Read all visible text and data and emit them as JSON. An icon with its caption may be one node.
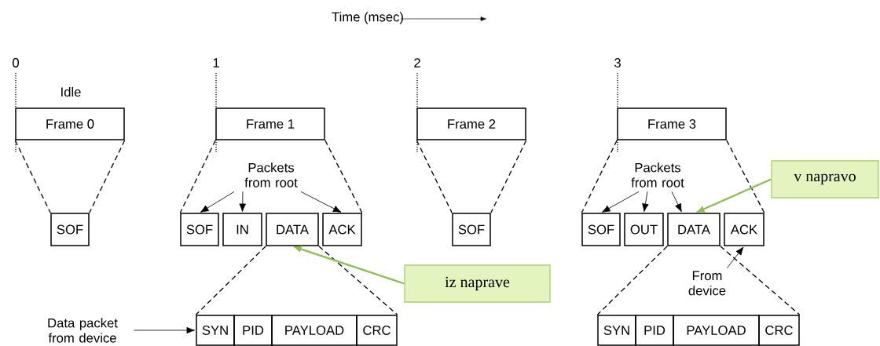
{
  "diagram": {
    "nodes": [
      {
        "text": [
          "Frame 0"
        ],
        "beside": [
          "0"
        ]
      },
      {
        "text": [
          "SOF"
        ]
      },
      {
        "text": [
          "Frame 1"
        ],
        "beside": [
          "1"
        ]
      },
      {
        "text": [
          "SOF"
        ]
      },
      {
        "text": [
          "IN"
        ]
      },
      {
        "text": [
          "DATA"
        ]
      },
      {
        "text": [
          "ACK"
        ]
      },
      {
        "text": [
          "SYN"
        ]
      },
      {
        "text": [
          "PID"
        ]
      },
      {
        "text": [
          "PAYLOAD"
        ]
      },
      {
        "text": [
          "CRC"
        ]
      },
      {
        "text": [
          "Frame 2"
        ],
        "beside": [
          "2"
        ]
      },
      {
        "text": [
          "SOF"
        ]
      },
      {
        "text": [
          "Frame 3"
        ],
        "beside": [
          "3"
        ]
      },
      {
        "text": [
          "SOF"
        ]
      },
      {
        "text": [
          "OUT"
        ]
      },
      {
        "text": [
          "DATA"
        ]
      },
      {
        "text": [
          "ACK"
        ]
      },
      {
        "text": [
          "SYN"
        ]
      },
      {
        "text": [
          "PID"
        ]
      },
      {
        "text": [
          "PAYLOAD"
        ]
      },
      {
        "text": [
          "CRC"
        ]
      },
      {
        "text": [
          "Packets from root"
        ]
      },
      {
        "text": [
          "Packets from root"
        ]
      },
      {
        "text": [
          "Data packet from device"
        ]
      },
      {
        "text": [
          "From device"
        ]
      },
      {
        "text": [
          "iz naprave"
        ]
      },
      {
        "text": [
          "v napravo"
        ]
      }
    ],
    "edges": [
      {
        "from": 0,
        "to": 1,
        "arrow": "none",
        "style": "dashed"
      },
      {
        "from": 0,
        "to": 1,
        "arrow": "none",
        "style": "dashed"
      },
      {
        "from": 2,
        "to": 3,
        "arrow": "none",
        "style": "dashed"
      },
      {
        "from": 2,
        "to": 6,
        "arrow": "none",
        "style": "dashed"
      },
      {
        "from": 5,
        "to": 7,
        "arrow": "none",
        "style": "dashed"
      },
      {
        "from": 5,
        "to": 10,
        "arrow": "none",
        "style": "dashed"
      },
      {
        "from": 11,
        "to": 12,
        "arrow": "none",
        "style": "dashed"
      },
      {
        "from": 11,
        "to": 12,
        "arrow": "none",
        "style": "dashed"
      },
      {
        "from": 13,
        "to": 14,
        "arrow": "none",
        "style": "dashed"
      },
      {
        "from": 13,
        "to": 17,
        "arrow": "none",
        "style": "dashed"
      },
      {
        "from": 16,
        "to": 18,
        "arrow": "none",
        "style": "dashed"
      },
      {
        "from": 16,
        "to": 21,
        "arrow": "none",
        "style": "dashed"
      },
      {
        "from": 22,
        "to": 3,
        "arrow": "to"
      },
      {
        "from": 22,
        "to": 4,
        "arrow": "to"
      },
      {
        "from": 22,
        "to": 6,
        "arrow": "to"
      },
      {
        "from": 23,
        "to": 14,
        "arrow": "to"
      },
      {
        "from": 23,
        "to": 15,
        "arrow": "to"
      },
      {
        "from": 23,
        "to": 16,
        "arrow": "to"
      },
      {
        "from": 25,
        "to": 17,
        "arrow": "to"
      },
      {
        "from": 24,
        "to": 7,
        "arrow": "to"
      },
      {
        "from": 26,
        "to": 5,
        "arrow": "to",
        "color": "#8cbf4f"
      },
      {
        "from": 27,
        "to": 16,
        "arrow": "to",
        "color": "#8cbf4f"
      }
    ],
    "labels": [
      "Time (msec)",
      "Idle"
    ]
  }
}
